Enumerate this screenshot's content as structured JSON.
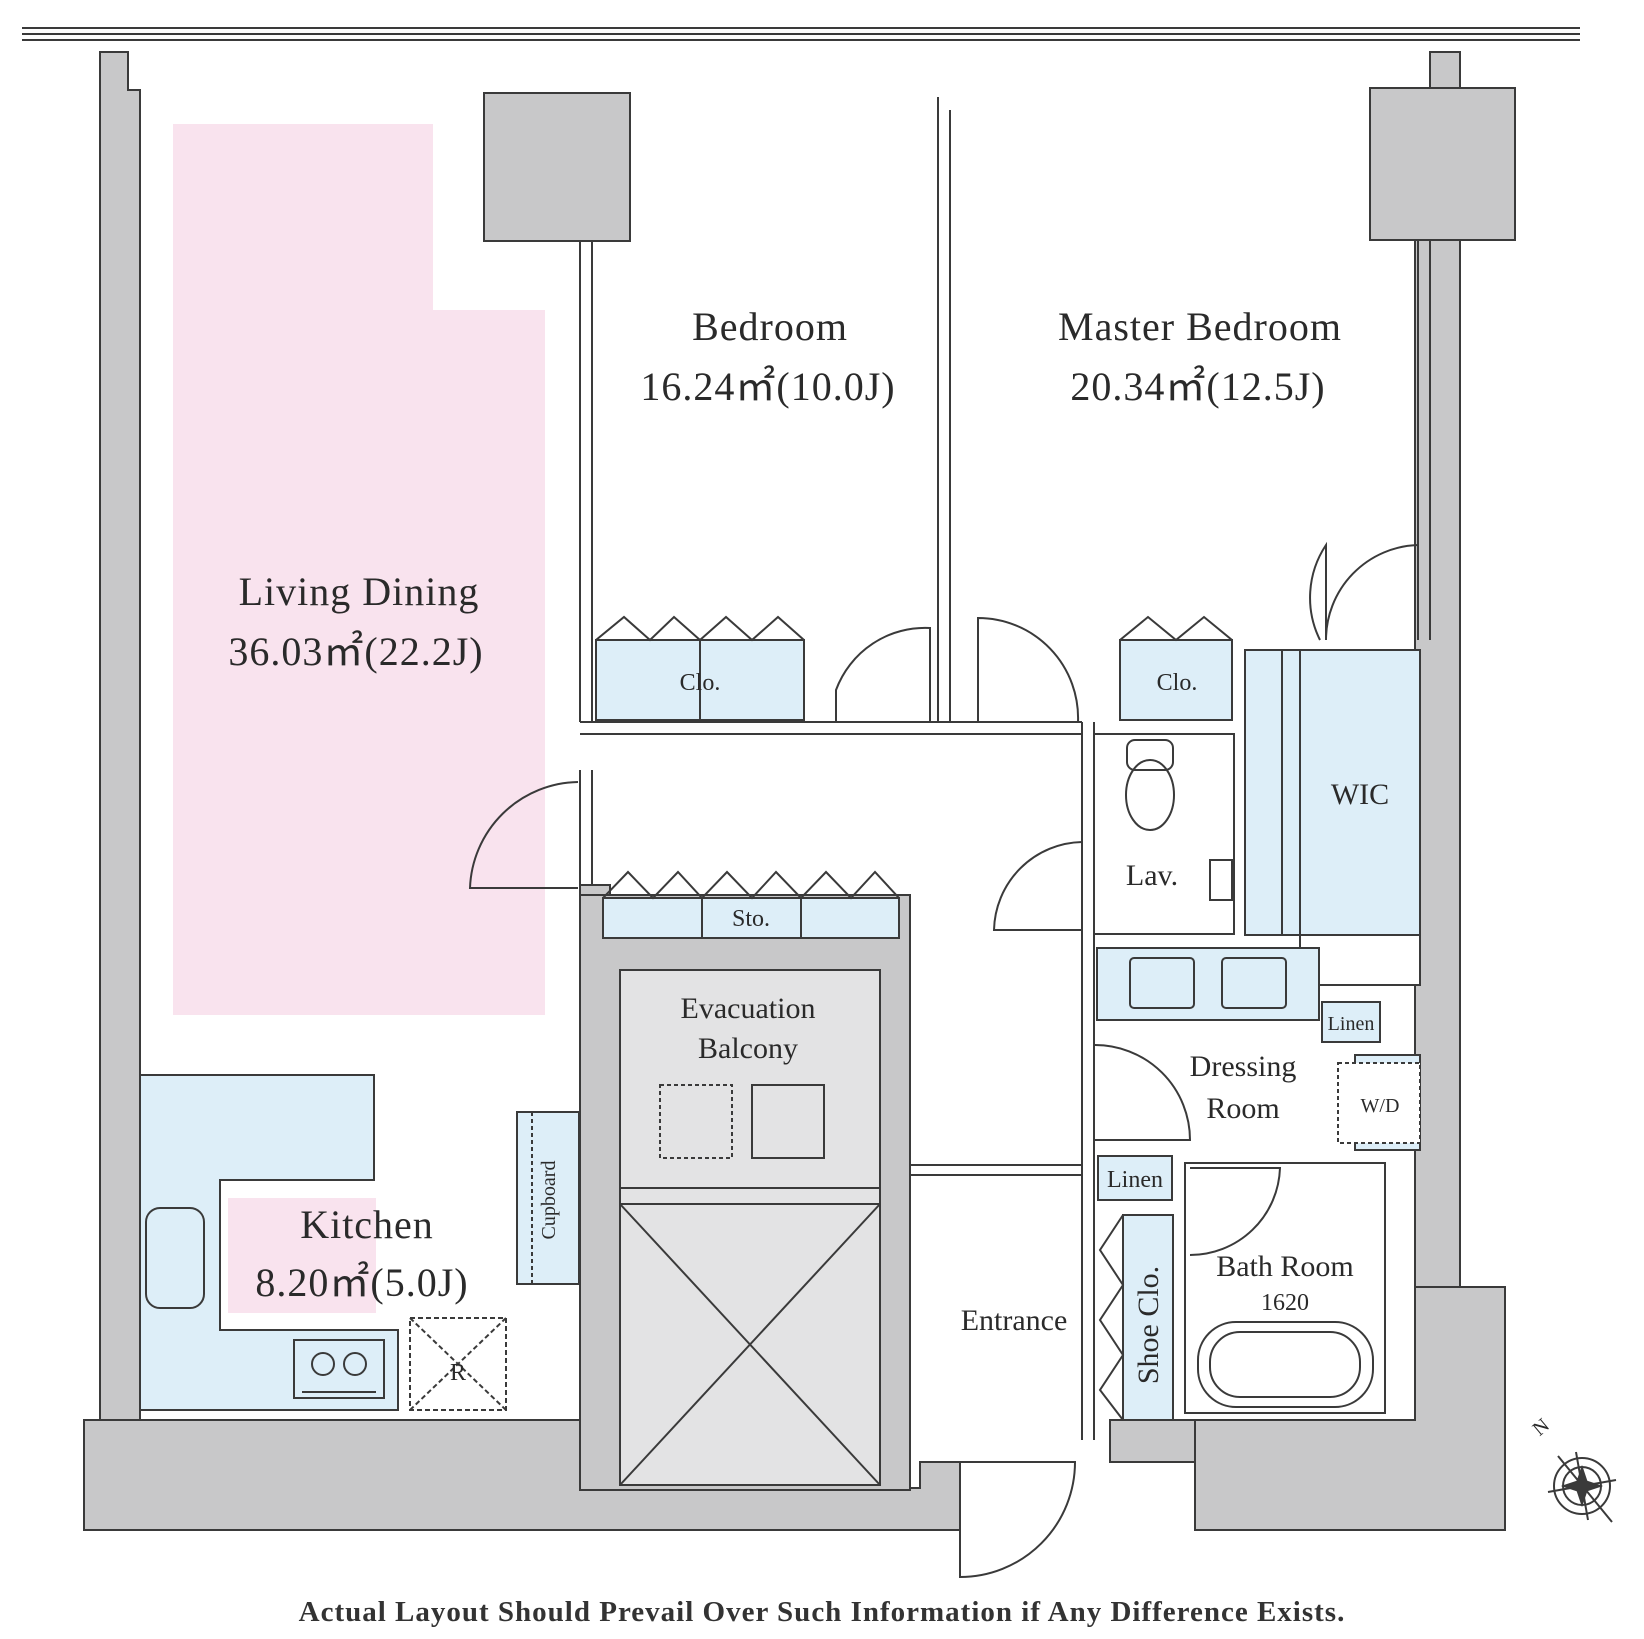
{
  "rooms": {
    "living": {
      "name": "Living Dining",
      "area": "36.03㎡(22.2J)"
    },
    "kitchen": {
      "name": "Kitchen",
      "area": "8.20㎡(5.0J)"
    },
    "bedroom": {
      "name": "Bedroom",
      "area": "16.24㎡(10.0J)"
    },
    "master": {
      "name": "Master Bedroom",
      "area": "20.34㎡(12.5J)"
    },
    "evacuation": {
      "line1": "Evacuation",
      "line2": "Balcony"
    },
    "dressing": {
      "line1": "Dressing",
      "line2": "Room"
    },
    "bath": {
      "name": "Bath Room",
      "size": "1620"
    },
    "entrance": {
      "name": "Entrance"
    }
  },
  "fixtures": {
    "clo": "Clo.",
    "sto": "Sto.",
    "wic": "WIC",
    "lav": "Lav.",
    "linen": "Linen",
    "wd": "W/D",
    "cupboard": "Cupboard",
    "fridge": "R",
    "shoe_clo": "Shoe Clo."
  },
  "compass": {
    "letter": "N"
  },
  "disclaimer": "Actual Layout Should Prevail Over Such Information if Any Difference Exists.",
  "colors": {
    "wall": "#c8c8c9",
    "storage": "#ddeef8",
    "highlight": "#f9e3ee",
    "line": "#3a3a3a"
  }
}
